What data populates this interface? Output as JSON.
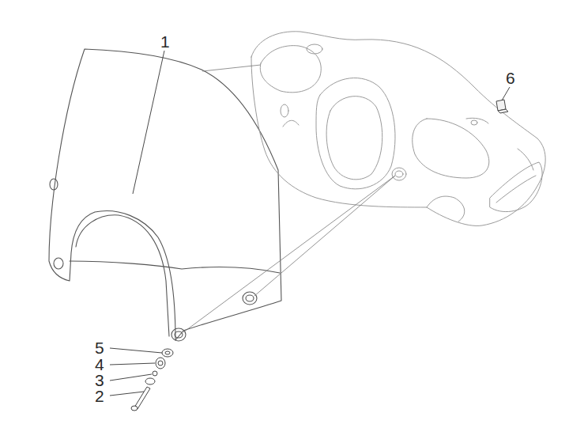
{
  "diagram": {
    "labels": [
      "1",
      "6",
      "5",
      "4",
      "3",
      "2"
    ]
  }
}
